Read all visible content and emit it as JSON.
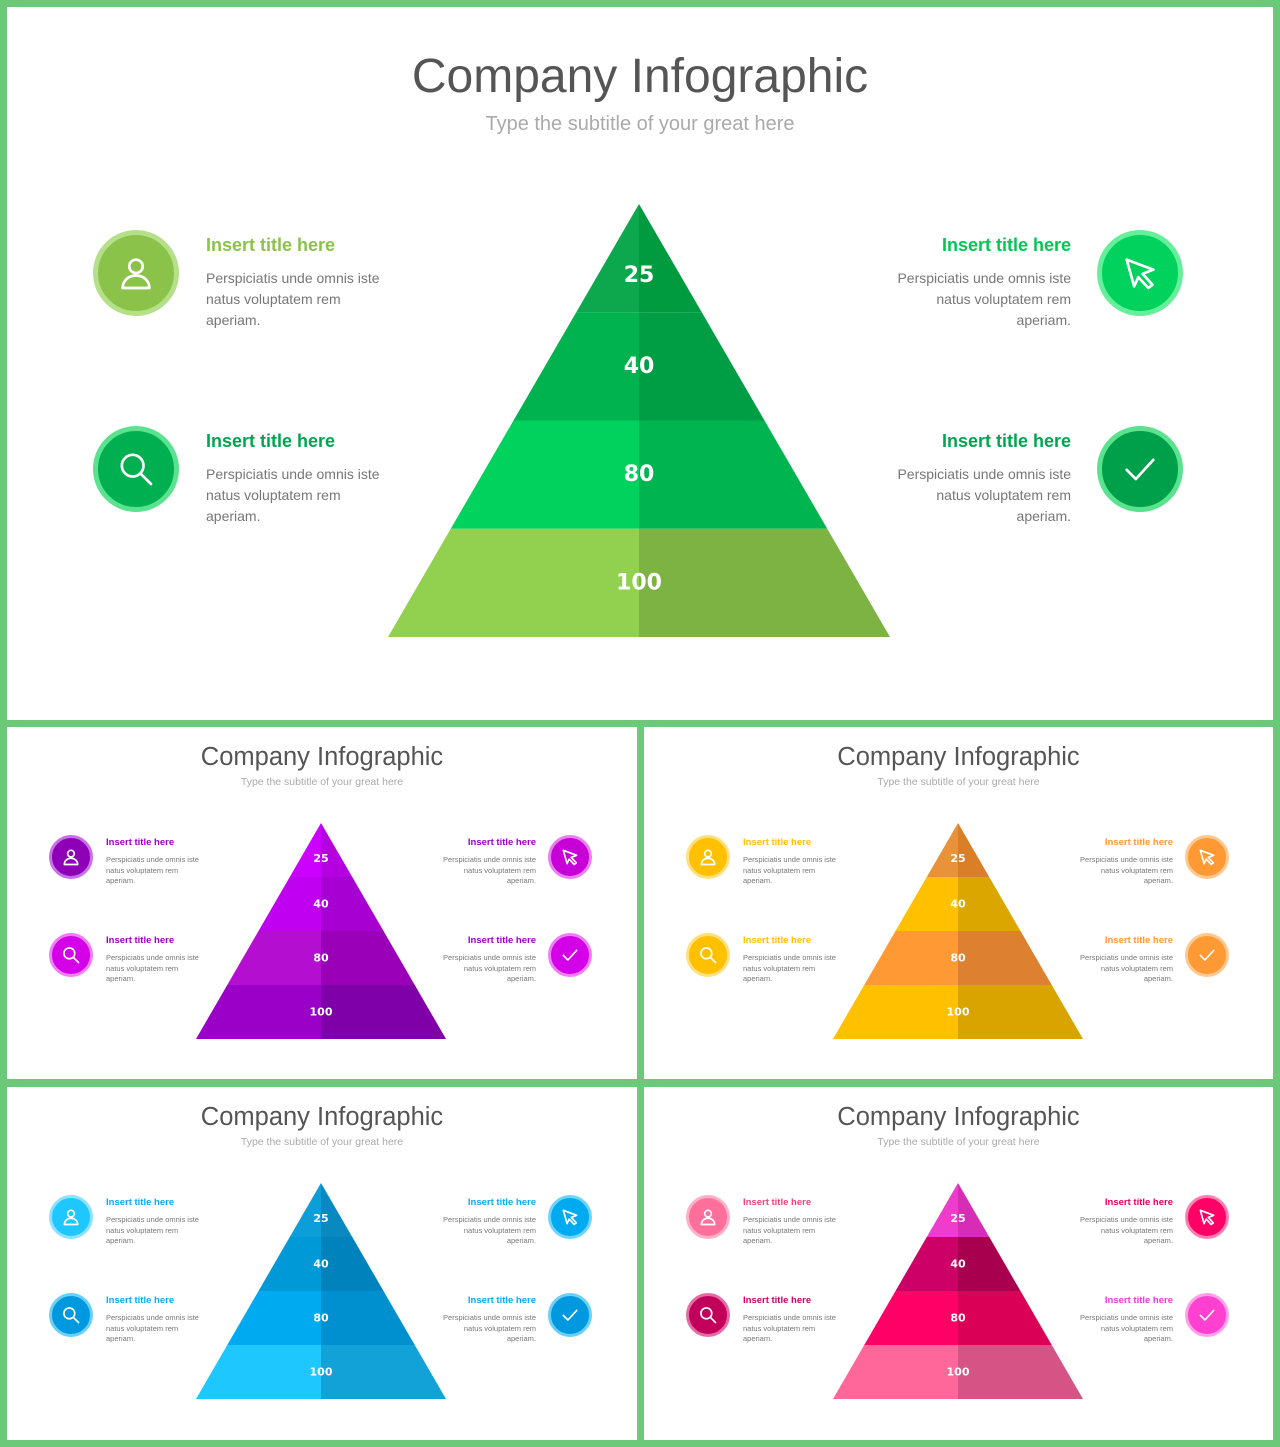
{
  "slides": [
    {
      "title": "Company Infographic",
      "subtitle": "Type the subtitle of your great here",
      "levels": [
        {
          "label": "25",
          "left": "#0da84d",
          "right": "#009a3f"
        },
        {
          "label": "40",
          "left": "#00b34f",
          "right": "#009e44"
        },
        {
          "label": "80",
          "left": "#00d25e",
          "right": "#00b54f"
        },
        {
          "label": "100",
          "left": "#92d050",
          "right": "#7cb342"
        }
      ],
      "blocks": [
        {
          "title": "Insert title here",
          "text": "Perspiciatis unde omnis iste natus voluptatem rem aperiam.",
          "icon": "user-icon",
          "title_color": "#8bc34a",
          "icon_color": "#8bc34a",
          "ring_color": "#b6df8a"
        },
        {
          "title": "Insert title here",
          "text": "Perspiciatis unde omnis iste natus voluptatem rem aperiam.",
          "icon": "search-icon",
          "title_color": "#00a651",
          "icon_color": "#00b050",
          "ring_color": "#5ae28e"
        },
        {
          "title": "Insert title here",
          "text": "Perspiciatis unde omnis iste natus voluptatem rem aperiam.",
          "icon": "cursor-icon",
          "title_color": "#00c853",
          "icon_color": "#00d25e",
          "ring_color": "#66ef9b"
        },
        {
          "title": "Insert title here",
          "text": "Perspiciatis unde omnis iste natus voluptatem rem aperiam.",
          "icon": "check-icon",
          "title_color": "#00a651",
          "icon_color": "#00a04a",
          "ring_color": "#5ae28e"
        }
      ]
    },
    {
      "title": "Company Infographic",
      "subtitle": "Type the subtitle of your great here",
      "levels": [
        {
          "label": "25",
          "left": "#cc00ff",
          "right": "#b400e0"
        },
        {
          "label": "40",
          "left": "#c000f0",
          "right": "#a600d2"
        },
        {
          "label": "80",
          "left": "#b40fd0",
          "right": "#9a00b8"
        },
        {
          "label": "100",
          "left": "#9b00c8",
          "right": "#7f00a8"
        }
      ],
      "blocks": [
        {
          "title": "Insert title here",
          "text": "Perspiciatis unde omnis iste natus voluptatem rem aperiam.",
          "icon": "user-icon",
          "title_color": "#9b00c8",
          "icon_color": "#8e00b8",
          "ring_color": "#c870e8"
        },
        {
          "title": "Insert title here",
          "text": "Perspiciatis unde omnis iste natus voluptatem rem aperiam.",
          "icon": "search-icon",
          "title_color": "#9b00c8",
          "icon_color": "#d400e8",
          "ring_color": "#ee80f6"
        },
        {
          "title": "Insert title here",
          "text": "Perspiciatis unde omnis iste natus voluptatem rem aperiam.",
          "icon": "cursor-icon",
          "title_color": "#9b00c8",
          "icon_color": "#c800d8",
          "ring_color": "#e880f0"
        },
        {
          "title": "Insert title here",
          "text": "Perspiciatis unde omnis iste natus voluptatem rem aperiam.",
          "icon": "check-icon",
          "title_color": "#9b00c8",
          "icon_color": "#d400e8",
          "ring_color": "#ee80f6"
        }
      ]
    },
    {
      "title": "Company Infographic",
      "subtitle": "Type the subtitle of your great here",
      "levels": [
        {
          "label": "25",
          "left": "#e8923a",
          "right": "#d97f28"
        },
        {
          "label": "40",
          "left": "#ffc000",
          "right": "#dba600"
        },
        {
          "label": "80",
          "left": "#ff9933",
          "right": "#dd8030"
        },
        {
          "label": "100",
          "left": "#ffc000",
          "right": "#d9a400"
        }
      ],
      "blocks": [
        {
          "title": "Insert title here",
          "text": "Perspiciatis unde omnis iste natus voluptatem rem aperiam.",
          "icon": "user-icon",
          "title_color": "#ffc000",
          "icon_color": "#ffc000",
          "ring_color": "#ffe080"
        },
        {
          "title": "Insert title here",
          "text": "Perspiciatis unde omnis iste natus voluptatem rem aperiam.",
          "icon": "search-icon",
          "title_color": "#ffc000",
          "icon_color": "#ffc000",
          "ring_color": "#ffe080"
        },
        {
          "title": "Insert title here",
          "text": "Perspiciatis unde omnis iste natus voluptatem rem aperiam.",
          "icon": "cursor-icon",
          "title_color": "#ff9933",
          "icon_color": "#ff9933",
          "ring_color": "#ffc890"
        },
        {
          "title": "Insert title here",
          "text": "Perspiciatis unde omnis iste natus voluptatem rem aperiam.",
          "icon": "check-icon",
          "title_color": "#ff9933",
          "icon_color": "#ff9933",
          "ring_color": "#ffc890"
        }
      ]
    },
    {
      "title": "Company Infographic",
      "subtitle": "Type the subtitle of your great here",
      "levels": [
        {
          "label": "25",
          "left": "#0c9ed8",
          "right": "#0a88c0"
        },
        {
          "label": "40",
          "left": "#0099d8",
          "right": "#0083bc"
        },
        {
          "label": "80",
          "left": "#00aaf0",
          "right": "#0090d0"
        },
        {
          "label": "100",
          "left": "#1ec8ff",
          "right": "#13a2d8"
        }
      ],
      "blocks": [
        {
          "title": "Insert title here",
          "text": "Perspiciatis unde omnis iste natus voluptatem rem aperiam.",
          "icon": "user-icon",
          "title_color": "#00b0f0",
          "icon_color": "#1ec8ff",
          "ring_color": "#8ee2ff"
        },
        {
          "title": "Insert title here",
          "text": "Perspiciatis unde omnis iste natus voluptatem rem aperiam.",
          "icon": "search-icon",
          "title_color": "#00b0f0",
          "icon_color": "#0099e0",
          "ring_color": "#6ccff6"
        },
        {
          "title": "Insert title here",
          "text": "Perspiciatis unde omnis iste natus voluptatem rem aperiam.",
          "icon": "cursor-icon",
          "title_color": "#00b0f0",
          "icon_color": "#00aaf0",
          "ring_color": "#70d4fa"
        },
        {
          "title": "Insert title here",
          "text": "Perspiciatis unde omnis iste natus voluptatem rem aperiam.",
          "icon": "check-icon",
          "title_color": "#00b0f0",
          "icon_color": "#0099e0",
          "ring_color": "#6ccff6"
        }
      ]
    },
    {
      "title": "Company Infographic",
      "subtitle": "Type the subtitle of your great here",
      "levels": [
        {
          "label": "25",
          "left": "#ee3ccc",
          "right": "#d62cb6"
        },
        {
          "label": "40",
          "left": "#cc0066",
          "right": "#a8004e"
        },
        {
          "label": "80",
          "left": "#ff0066",
          "right": "#d90055"
        },
        {
          "label": "100",
          "left": "#ff6699",
          "right": "#d65485"
        }
      ],
      "blocks": [
        {
          "title": "Insert title here",
          "text": "Perspiciatis unde omnis iste natus voluptatem rem aperiam.",
          "icon": "user-icon",
          "title_color": "#e8457a",
          "icon_color": "#ff6f9c",
          "ring_color": "#ffb0c8"
        },
        {
          "title": "Insert title here",
          "text": "Perspiciatis unde omnis iste natus voluptatem rem aperiam.",
          "icon": "search-icon",
          "title_color": "#cc0066",
          "icon_color": "#c2005c",
          "ring_color": "#e46ca4"
        },
        {
          "title": "Insert title here",
          "text": "Perspiciatis unde omnis iste natus voluptatem rem aperiam.",
          "icon": "cursor-icon",
          "title_color": "#e8005c",
          "icon_color": "#ff0066",
          "ring_color": "#ff80b0"
        },
        {
          "title": "Insert title here",
          "text": "Perspiciatis unde omnis iste natus voluptatem rem aperiam.",
          "icon": "check-icon",
          "title_color": "#e83cc8",
          "icon_color": "#ff40d0",
          "ring_color": "#ffa0e8"
        }
      ]
    }
  ]
}
